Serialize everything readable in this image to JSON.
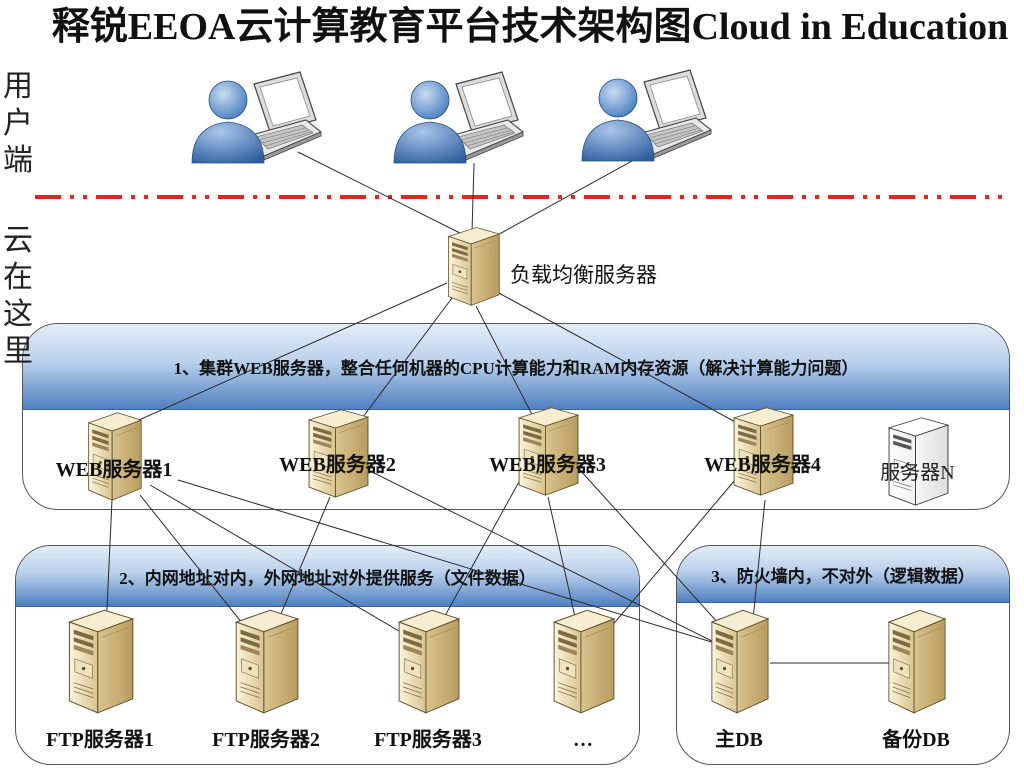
{
  "title": "释锐EEOA云计算教育平台技术架构图Cloud in Education",
  "side_labels": {
    "client": "用户端",
    "cloud": "云在这里"
  },
  "load_balancer": {
    "label": "负载均衡服务器"
  },
  "web_cluster": {
    "caption": "1、集群WEB服务器，整合任何机器的CPU计算能力和RAM内存资源（解决计算能力问题）",
    "servers": [
      "WEB服务器1",
      "WEB服务器2",
      "WEB服务器3",
      "WEB服务器4",
      "服务器N"
    ]
  },
  "file_zone": {
    "caption": "2、内网地址对内，外网地址对外提供服务（文件数据）",
    "servers": [
      "FTP服务器1",
      "FTP服务器2",
      "FTP服务器3",
      "…"
    ]
  },
  "db_zone": {
    "caption": "3、防火墙内，不对外（逻辑数据）",
    "servers": [
      "主DB",
      "备份DB"
    ]
  },
  "icons": {
    "user": "user-laptop-icon",
    "server": "tower-server-icon",
    "server_spare": "tower-server-white-icon"
  },
  "colors": {
    "divider": "#e0261f",
    "band_top": "#e4edf8",
    "band_bottom": "#4f80c0",
    "user_figure": "#4a7fc0",
    "server_body": "#d9c48f"
  }
}
